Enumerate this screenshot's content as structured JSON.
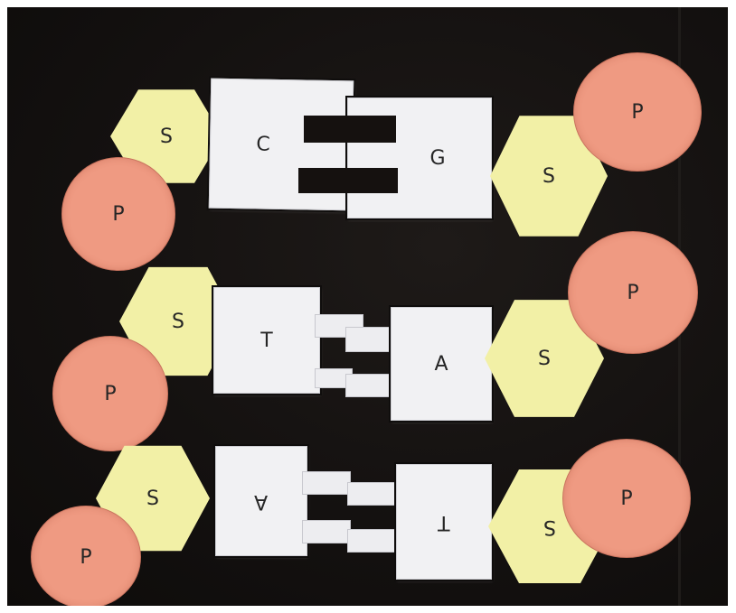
{
  "labels": {
    "phosphate": "P",
    "sugar": "S"
  },
  "pairs": [
    {
      "left_base": "C",
      "right_base": "G"
    },
    {
      "left_base": "T",
      "right_base": "A"
    },
    {
      "left_base": "A",
      "right_base": "T"
    }
  ],
  "colors": {
    "background": "#141110",
    "phosphate": "#ef9a82",
    "sugar": "#f2f0a6",
    "base": "#f1f1f3"
  }
}
